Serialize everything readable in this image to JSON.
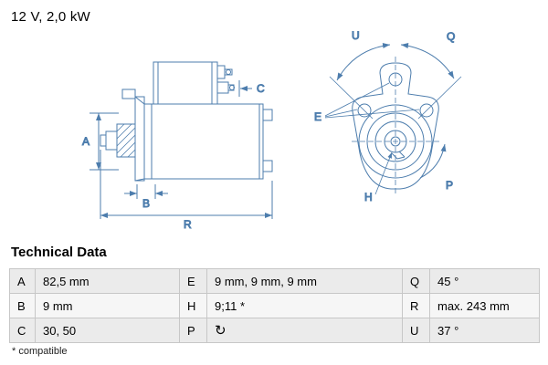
{
  "title": "12 V, 2,0 kW",
  "drawing": {
    "line_color": "#4d7dad",
    "labels": {
      "A": "A",
      "B": "B",
      "C": "C",
      "R": "R",
      "E": "E",
      "H": "H",
      "P": "P",
      "Q": "Q",
      "U": "U"
    }
  },
  "table": {
    "heading": "Technical Data",
    "rows": [
      [
        {
          "key": "A",
          "value": "82,5 mm"
        },
        {
          "key": "E",
          "value": "9 mm, 9 mm, 9 mm"
        },
        {
          "key": "Q",
          "value": "45 °"
        }
      ],
      [
        {
          "key": "B",
          "value": "9 mm"
        },
        {
          "key": "H",
          "value": "9;11 *"
        },
        {
          "key": "R",
          "value": "max. 243 mm"
        }
      ],
      [
        {
          "key": "C",
          "value": "30, 50"
        },
        {
          "key": "P",
          "value": "↻"
        },
        {
          "key": "U",
          "value": "37 °"
        }
      ]
    ],
    "footnote": "* compatible"
  }
}
